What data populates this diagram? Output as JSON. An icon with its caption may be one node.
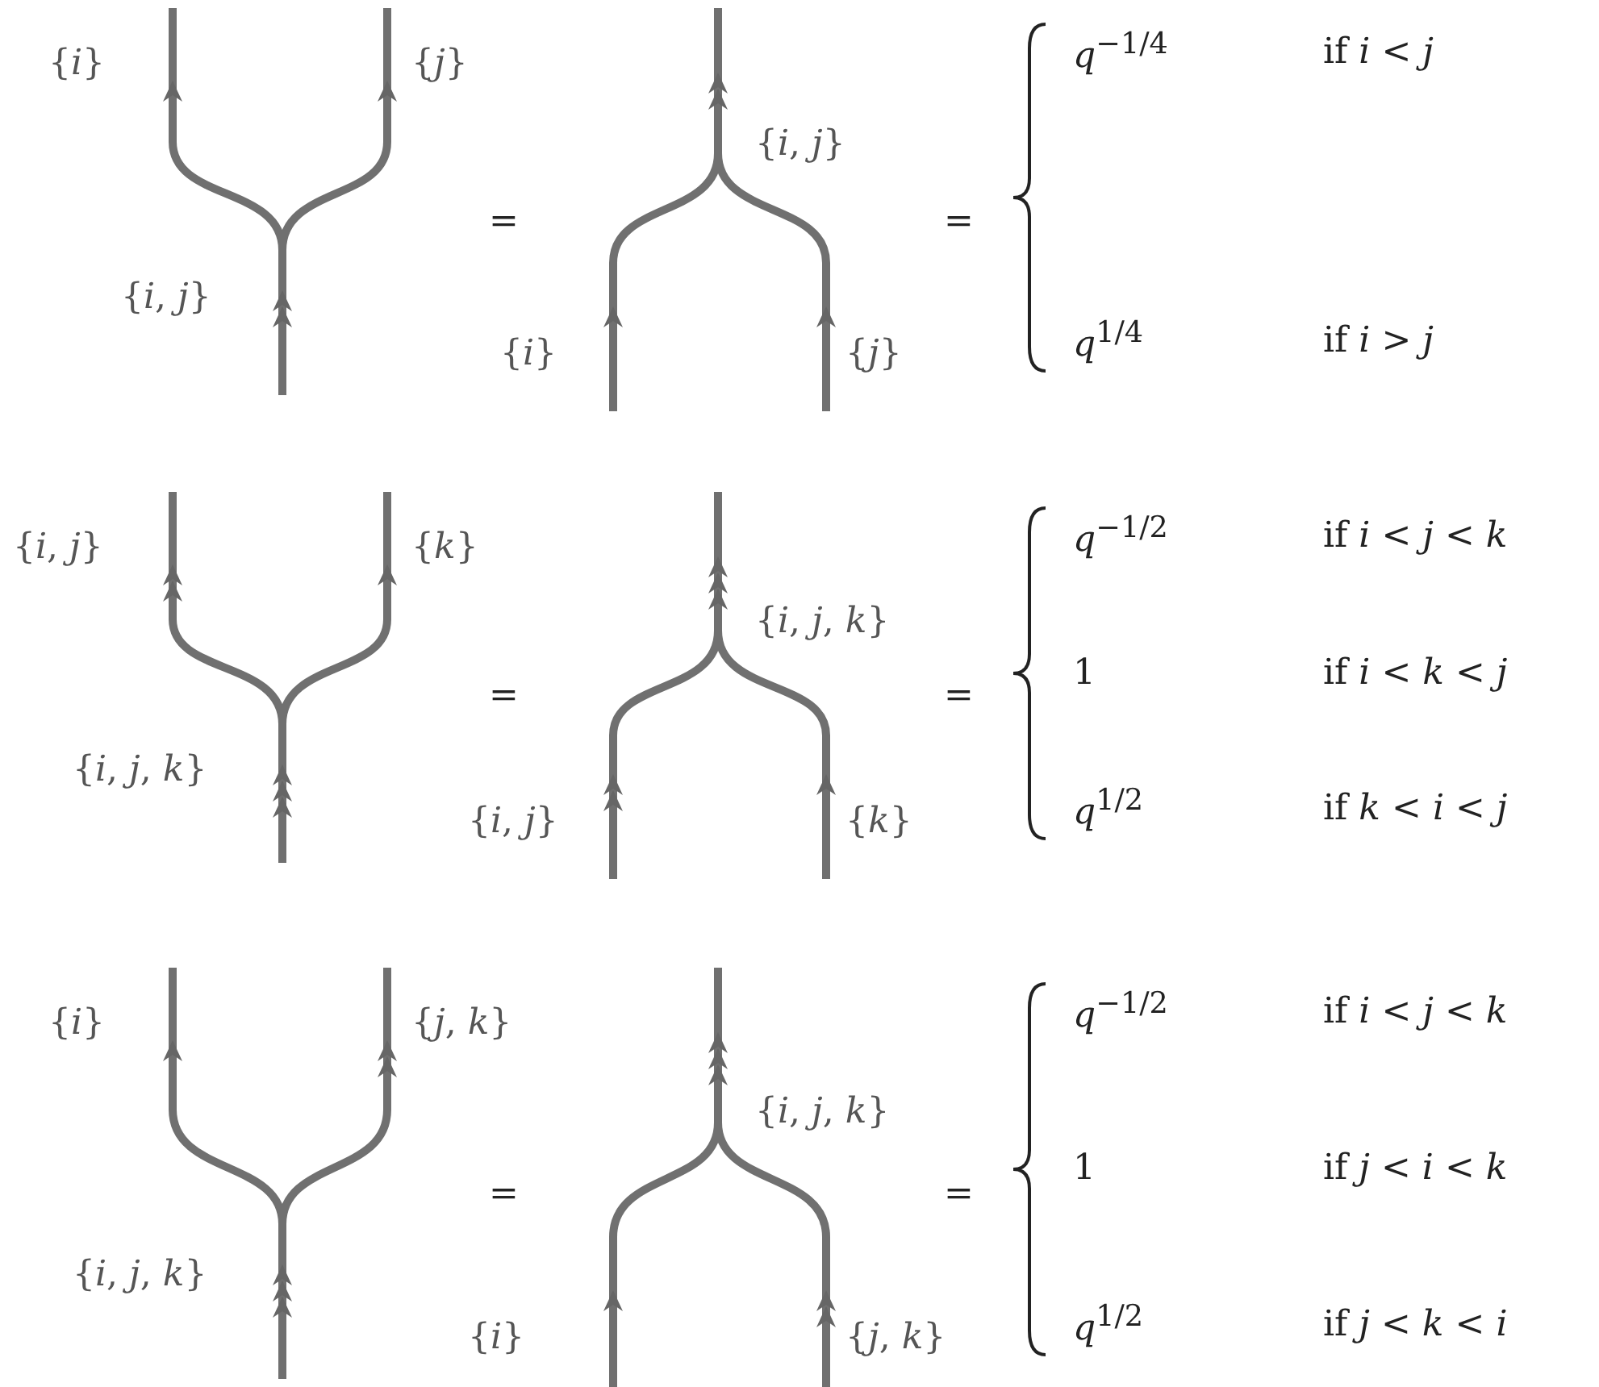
{
  "diagram": {
    "labels": [
      "{*i*}",
      "{*j*}",
      "{*i*, *j*}",
      "=",
      "{*i*, *j*}",
      "{*i*}",
      "{*j*}",
      "=",
      "*q*$^{−1/4}$",
      "if  *i* < *j*",
      "*q*$^{1/4}$",
      "if  *i* > *j*",
      "{*i*, *j*}",
      "{*k*}",
      "{*i*, *j*, *k*}",
      "=",
      "{*i*, *j*, *k*}",
      "{*i*, *j*}",
      "{*k*}",
      "=",
      "*q*$^{−1/2}$",
      "if  *i* < *j* < *k*",
      "1",
      "if  *i* < *k* < *j*",
      "*q*$^{1/2}$",
      "if  *k* < *i* < *j*",
      "{*i*}",
      "{*j*, *k*}",
      "{*i*, *j*, *k*}",
      "=",
      "{*i*, *j*, *k*}",
      "{*i*}",
      "{*j*, *k*}",
      "=",
      "*q*$^{−1/2}$",
      "if  *i* < *j* < *k*",
      "1",
      "if  *j* < *i* < *k*",
      "*q*$^{1/2}$",
      "if  *j* < *k* < *i*"
    ]
  }
}
